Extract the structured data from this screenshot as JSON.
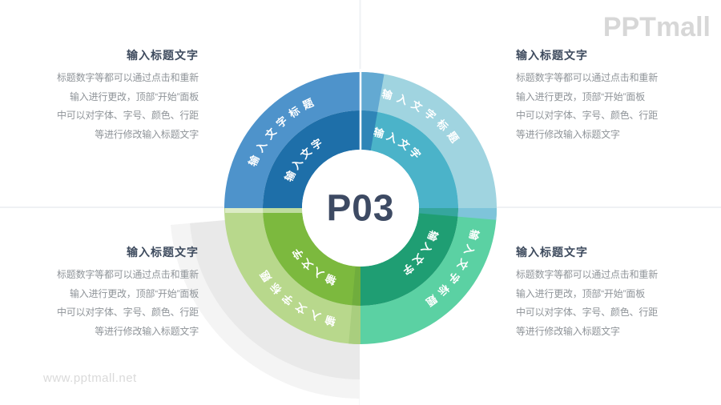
{
  "brand": {
    "logo": "PPTmall",
    "watermark": "www.pptmall.net"
  },
  "center": {
    "label": "P03"
  },
  "palette": {
    "center_text": "#3d4a63",
    "title_text": "#3e4b5e",
    "body_text": "#8f9499",
    "logo_gray": "#d7d7d7",
    "shadow_gray": "#e9e9e9",
    "guide_line": "#eff1f4"
  },
  "quadrants": [
    {
      "position": "top-left",
      "outer_label": "输入文字标题",
      "inner_label": "输入文字",
      "colors": {
        "outer": "#4e93cb",
        "inner": "#1e6fa9"
      }
    },
    {
      "position": "top-right",
      "outer_label": "输入文字标题",
      "inner_label": "输入文字",
      "colors": {
        "outer": "#a0d4e0",
        "inner": "#4bb3c9"
      }
    },
    {
      "position": "bottom-right",
      "outer_label": "输入文字标题",
      "inner_label": "输入文字",
      "colors": {
        "outer": "#5bd1a3",
        "inner": "#1f9e73"
      }
    },
    {
      "position": "bottom-left",
      "outer_label": "输入文字标题",
      "inner_label": "输入文字",
      "colors": {
        "outer": "#b8d88c",
        "inner": "#7cb93e"
      }
    }
  ],
  "sections": {
    "top_left": {
      "title": "输入标题文字",
      "lines": [
        "标题数字等都可以通过点击和重新",
        "输入进行更改，顶部“开始”面板",
        "中可以对字体、字号、颜色、行距",
        "等进行修改输入标题文字"
      ]
    },
    "top_right": {
      "title": "输入标题文字",
      "lines": [
        "标题数字等都可以通过点击和重新",
        "输入进行更改，顶部“开始”面板",
        "中可以对字体、字号、颜色、行距",
        "等进行修改输入标题文字"
      ]
    },
    "bottom_left": {
      "title": "输入标题文字",
      "lines": [
        "标题数字等都可以通过点击和重新",
        "输入进行更改，顶部“开始”面板",
        "中可以对字体、字号、颜色、行距",
        "等进行修改输入标题文字"
      ]
    },
    "bottom_right": {
      "title": "输入标题文字",
      "lines": [
        "标题数字等都可以通过点击和重新",
        "输入进行更改，顶部“开始”面板",
        "中可以对字体、字号、颜色、行距",
        "等进行修改输入标题文字"
      ]
    }
  }
}
